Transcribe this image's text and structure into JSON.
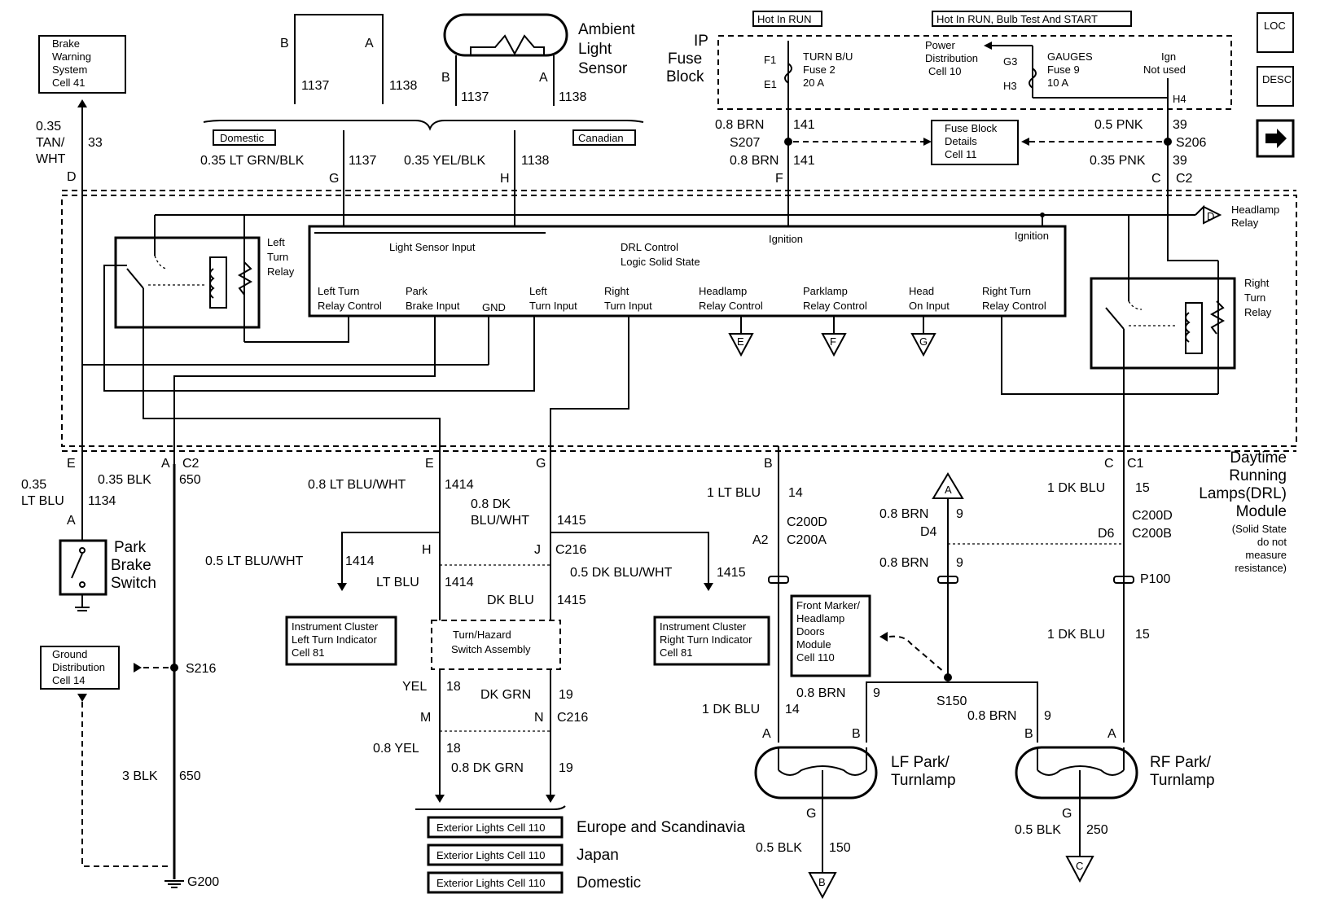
{
  "brake_warning": [
    "Brake",
    "Warning",
    "System",
    "Cell 41"
  ],
  "w_033": [
    "0.35",
    "TAN/",
    "WHT"
  ],
  "c_33": "33",
  "pin_D": "D",
  "sensor_B": "B",
  "sensor_A": "A",
  "c_1137": "1137",
  "c_1138": "1138",
  "ambient": [
    "Ambient",
    "Light",
    "Sensor"
  ],
  "domestic": "Domestic",
  "canadian": "Canadian",
  "w_ltgrn": "0.35 LT GRN/BLK",
  "w_yelblk": "0.35 YEL/BLK",
  "pin_G": "G",
  "pin_H": "H",
  "hot_run": "Hot In RUN",
  "hot_bulb": "Hot In RUN, Bulb Test And START",
  "ip_fuse": [
    "IP",
    "Fuse",
    "Block"
  ],
  "f1": "F1",
  "e1": "E1",
  "turn_bu": [
    "TURN B/U",
    "Fuse 2",
    "20 A"
  ],
  "power_dist": [
    "Power",
    "Distribution",
    "Cell 10"
  ],
  "g3": "G3",
  "h3": "H3",
  "gauges": [
    "GAUGES",
    "Fuse 9",
    "10 A"
  ],
  "ign": [
    "Ign",
    "Not used"
  ],
  "h4": "H4",
  "w_08brn": "0.8 BRN",
  "c_141": "141",
  "s207": "S207",
  "fuse_details": [
    "Fuse Block",
    "Details",
    "Cell 11"
  ],
  "w_05pnk": "0.5 PNK",
  "c_39": "39",
  "s206": "S206",
  "w_035pnk": "0.35 PNK",
  "pin_F": "F",
  "pin_C": "C",
  "c2": "C2",
  "loc": "LOC",
  "desc": "DESC",
  "left_relay": [
    "Left",
    "Turn",
    "Relay"
  ],
  "right_relay": [
    "Right",
    "Turn",
    "Relay"
  ],
  "headlamp_relay": [
    "Headlamp",
    "Relay"
  ],
  "light_input": "Light Sensor Input",
  "drl_logic": [
    "DRL Control",
    "Logic Solid State"
  ],
  "ignition": "Ignition",
  "m_lt_relay": [
    "Left Turn",
    "Relay Control"
  ],
  "m_park": [
    "Park",
    "Brake Input"
  ],
  "m_gnd": "GND",
  "m_lt_in": [
    "Left",
    "Turn Input"
  ],
  "m_rt_in": [
    "Right",
    "Turn Input"
  ],
  "m_hl_relay": [
    "Headlamp",
    "Relay Control"
  ],
  "m_pk_relay": [
    "Parklamp",
    "Relay Control"
  ],
  "m_head_on": [
    "Head",
    "On Input"
  ],
  "m_rt_relay": [
    "Right Turn",
    "Relay Control"
  ],
  "tri_E": "E",
  "tri_F": "F",
  "tri_G": "G",
  "tri_D": "D",
  "tri_A": "A",
  "tri_B": "B",
  "tri_C": "C",
  "pin_E": "E",
  "pin_A": "A",
  "w_035blk": "0.35 BLK",
  "c_650": "650",
  "w_035ltblu": [
    "0.35",
    "LT BLU"
  ],
  "c_1134": "1134",
  "park_switch": [
    "Park",
    "Brake",
    "Switch"
  ],
  "ground_dist": [
    "Ground",
    "Distribution",
    "Cell 14"
  ],
  "s216": "S216",
  "w_3blk": "3 BLK",
  "g200": "G200",
  "w_08ltbluwht": "0.8 LT BLU/WHT",
  "c_1414": "1414",
  "w_08dk": [
    "0.8 DK",
    "BLU/WHT"
  ],
  "c_1415": "1415",
  "w_05ltbluwht": "0.5 LT BLU/WHT",
  "pin_J": "J",
  "c216": "C216",
  "w_05dkbluwht": "0.5 DK BLU/WHT",
  "lt_blu": "LT BLU",
  "dk_blu": "DK BLU",
  "ic_left": [
    "Instrument Cluster",
    "Left Turn Indicator",
    "Cell 81"
  ],
  "ic_right": [
    "Instrument Cluster",
    "Right Turn Indicator",
    "Cell 81"
  ],
  "turn_hazard": [
    "Turn/Hazard",
    "Switch Assembly"
  ],
  "yel": "YEL",
  "c_18": "18",
  "dk_grn": "DK GRN",
  "c_19": "19",
  "pin_M": "M",
  "pin_N": "N",
  "w_08yel": "0.8 YEL",
  "w_08dkgrn": "0.8 DK GRN",
  "ext_lights": "Exterior Lights Cell 110",
  "europe": "Europe and Scandinavia",
  "japan": "Japan",
  "dom2": "Domestic",
  "pin_B": "B",
  "w_1ltblu": "1 LT BLU",
  "c_14": "14",
  "c200d": "C200D",
  "a2": "A2",
  "c200a": "C200A",
  "c_9": "9",
  "d4": "D4",
  "w_1dkblu": "1 DK BLU",
  "c_15": "15",
  "c1": "C1",
  "d6": "D6",
  "c200b": "C200B",
  "p100": "P100",
  "drl_module": [
    "Daytime",
    "Running",
    "Lamps(DRL)",
    "Module"
  ],
  "drl_note": [
    "(Solid State",
    "do not",
    "measure",
    "resistance)"
  ],
  "front_marker": [
    "Front Marker/",
    "Headlamp",
    "Doors",
    "Module",
    "Cell 110"
  ],
  "s150": "S150",
  "lf_lamp": [
    "LF Park/",
    "Turnlamp"
  ],
  "rf_lamp": [
    "RF Park/",
    "Turnlamp"
  ],
  "w_05blk": "0.5 BLK",
  "c_150": "150",
  "c_250": "250"
}
